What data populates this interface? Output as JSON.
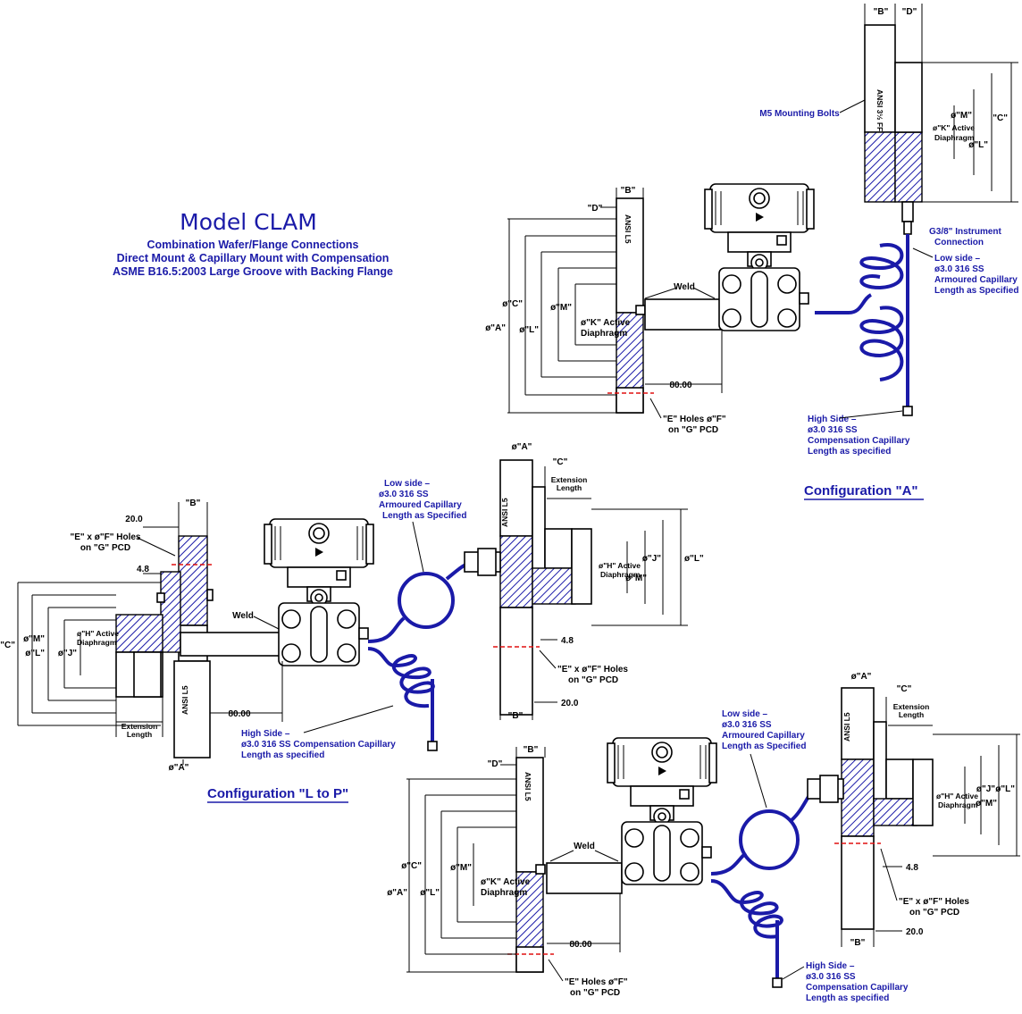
{
  "header": {
    "title": "Model CLAM",
    "lines": [
      "Combination Wafer/Flange Connections",
      "Direct Mount & Capillary Mount with Compensation",
      "ASME B16.5:2003 Large Groove with Backing Flange"
    ]
  },
  "configA": {
    "caption": "Configuration \"A\"",
    "top_dims": [
      "\"B\"",
      "\"D\""
    ],
    "remote_flange_label": "ANSI 3½ FF",
    "m5_bolts": "M5 Mounting Bolts",
    "remote_dims": [
      "ø\"K\" Active",
      "Diaphragm",
      "ø\"M\"",
      "ø\"L\"",
      "\"C\""
    ],
    "instr_conn": [
      "G3/8\" Instrument",
      "Connection"
    ],
    "low_side": [
      "Low side –",
      "ø3.0 316 SS",
      "Armoured Capillary",
      "Length as Specified"
    ],
    "high_side": [
      "High Side –",
      "ø3.0 316 SS",
      "Compensation Capillary",
      "Length as specified"
    ],
    "flange_label": "ANSI L5",
    "left_dims": [
      "\"D\"",
      "\"B\"",
      "ø\"C\"",
      "ø\"M\"",
      "ø\"A\"",
      "ø\"L\"",
      "ø\"K\" Active",
      "Diaphragm"
    ],
    "weld": "Weld",
    "length": "80.00",
    "holes": [
      "\"E\" Holes ø\"F\"",
      "on \"G\" PCD"
    ]
  },
  "configLP": {
    "caption": "Configuration \"L to P\"",
    "left": {
      "dim_b": "\"B\"",
      "dim_20": "20.0",
      "holes": [
        "\"E\" x ø\"F\" Holes",
        "on \"G\" PCD"
      ],
      "dim_48": "4.8",
      "weld": "Weld",
      "dims": [
        "ø\"C\"",
        "ø\"M\"",
        "ø\"L\"",
        "ø\"J\"",
        "ø\"H\" Active",
        "Diaphragm"
      ],
      "ext": [
        "Extension",
        "Length"
      ],
      "length": "80.00",
      "flange_label": "ANSI L5",
      "dim_a": "ø\"A\""
    },
    "high_side": [
      "High Side –",
      "ø3.0 316 SS Compensation Capillary",
      "Length as specified"
    ],
    "low_side": [
      "Low side –",
      "ø3.0 316 SS",
      "Armoured Capillary",
      "Length as Specified"
    ],
    "right": {
      "dim_a": "ø\"A\"",
      "dim_c": "\"C\"",
      "ext": [
        "Extension",
        "Length"
      ],
      "flange_label": "ANSI L5",
      "dims": [
        "ø\"H\" Active",
        "Diaphragm",
        "ø\"J\"",
        "ø\"M\"",
        "ø\"L\""
      ],
      "dim_48": "4.8",
      "holes": [
        "\"E\" x ø\"F\" Holes",
        "on \"G\" PCD"
      ],
      "dim_20": "20.0",
      "dim_b": "\"B\""
    }
  },
  "configBottom": {
    "top_dims": [
      "\"D\"",
      "\"B\""
    ],
    "flange_label": "ANSI L5",
    "weld": "Weld",
    "left_dims": [
      "ø\"C\"",
      "ø\"M\"",
      "ø\"A\"",
      "ø\"L\"",
      "ø\"K\" Active",
      "Diaphragm"
    ],
    "length": "80.00",
    "holes": [
      "\"E\" Holes ø\"F\"",
      "on \"G\" PCD"
    ],
    "low_side": [
      "Low side –",
      "ø3.0 316 SS",
      "Armoured Capillary",
      "Length as Specified"
    ],
    "high_side": [
      "High Side –",
      "ø3.0 316 SS",
      "Compensation Capillary",
      "Length as specified"
    ],
    "right": {
      "dim_a": "ø\"A\"",
      "dim_c": "\"C\"",
      "ext": [
        "Extension",
        "Length"
      ],
      "flange_label": "ANSI L5",
      "dims": [
        "ø\"H\" Active",
        "Diaphragm",
        "ø\"J\"",
        "ø\"M\"",
        "ø\"L\""
      ],
      "dim_48": "4.8",
      "holes": [
        "\"E\" x ø\"F\" Holes",
        "on \"G\" PCD"
      ],
      "dim_20": "20.0",
      "dim_b": "\"B\""
    }
  },
  "colors": {
    "ink": "#1a1aa8",
    "line": "#000000",
    "centerline": "#e01010"
  }
}
